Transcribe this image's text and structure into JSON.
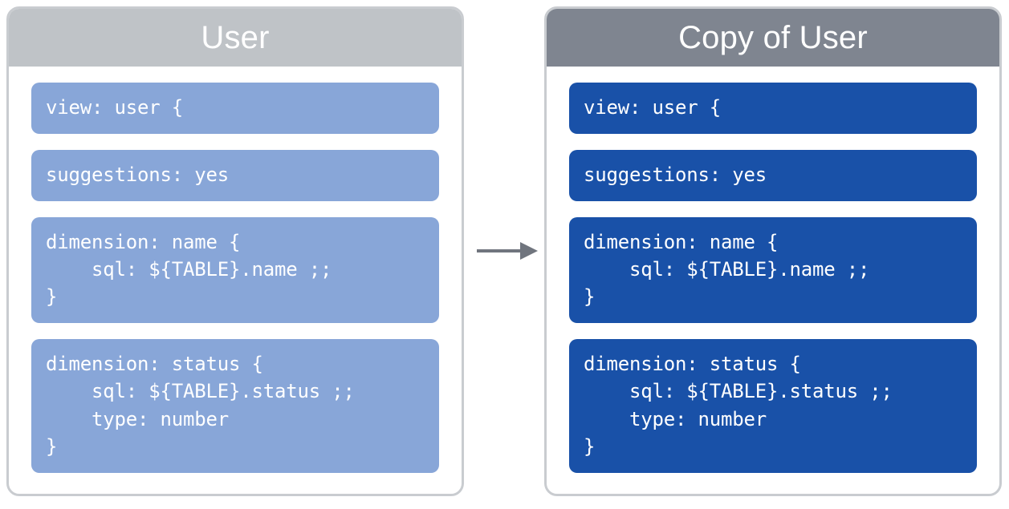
{
  "colors": {
    "left_header_bg": "#bfc3c7",
    "right_header_bg": "#7f8590",
    "left_block_bg": "#88a6d8",
    "right_block_bg": "#1951a8",
    "panel_border": "#c9ccd0",
    "panel_bg": "#ffffff",
    "text": "#ffffff",
    "arrow": "#70757e"
  },
  "left_panel": {
    "title": "User",
    "blocks": [
      {
        "name": "view-declaration",
        "code": "view: user {"
      },
      {
        "name": "suggestions-setting",
        "code": "suggestions: yes"
      },
      {
        "name": "dimension-name",
        "code": "dimension: name {\n    sql: ${TABLE}.name ;;\n}"
      },
      {
        "name": "dimension-status",
        "code": "dimension: status {\n    sql: ${TABLE}.status ;;\n    type: number\n}"
      }
    ]
  },
  "right_panel": {
    "title": "Copy of User",
    "blocks": [
      {
        "name": "view-declaration",
        "code": "view: user {"
      },
      {
        "name": "suggestions-setting",
        "code": "suggestions: yes"
      },
      {
        "name": "dimension-name",
        "code": "dimension: name {\n    sql: ${TABLE}.name ;;\n}"
      },
      {
        "name": "dimension-status",
        "code": "dimension: status {\n    sql: ${TABLE}.status ;;\n    type: number\n}"
      }
    ]
  },
  "connector": {
    "icon": "arrow-right-icon",
    "direction": "left-to-right"
  }
}
